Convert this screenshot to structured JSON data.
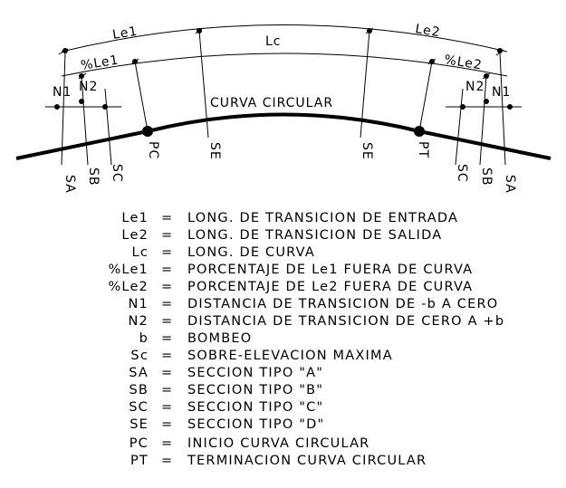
{
  "diagram": {
    "labels": {
      "le1": "Le1",
      "lc": "Lc",
      "le2": "Le2",
      "pct_le1": "%Le1",
      "pct_le2": "%Le2",
      "n1_left": "N1",
      "n2_left": "N2",
      "n2_right": "N2",
      "n1_right": "N1",
      "curva": "CURVA CIRCULAR"
    },
    "stations": [
      {
        "key": "sa_left",
        "text": "SA"
      },
      {
        "key": "sb_left",
        "text": "SB"
      },
      {
        "key": "sc_left",
        "text": "SC"
      },
      {
        "key": "pc",
        "text": "PC"
      },
      {
        "key": "se_left",
        "text": "SE"
      },
      {
        "key": "se_right",
        "text": "SE"
      },
      {
        "key": "pt",
        "text": "PT"
      },
      {
        "key": "sc_right",
        "text": "SC"
      },
      {
        "key": "sb_right",
        "text": "SB"
      },
      {
        "key": "sa_right",
        "text": "SA"
      }
    ]
  },
  "legend": [
    {
      "abbr": "Le1",
      "eq": "=",
      "desc": "LONG. DE TRANSICION DE ENTRADA"
    },
    {
      "abbr": "Le2",
      "eq": "=",
      "desc": "LONG. DE TRANSICION DE SALIDA"
    },
    {
      "abbr": "Lc",
      "eq": "=",
      "desc": "LONG. DE CURVA"
    },
    {
      "abbr": "%Le1",
      "eq": "=",
      "desc": "PORCENTAJE DE Le1 FUERA DE CURVA"
    },
    {
      "abbr": "%Le2",
      "eq": "=",
      "desc": "PORCENTAJE DE Le2 FUERA DE CURVA"
    },
    {
      "abbr": "N1",
      "eq": "=",
      "desc": "DISTANCIA DE TRANSICION DE -b A CERO"
    },
    {
      "abbr": "N2",
      "eq": "=",
      "desc": "DISTANCIA DE TRANSICION DE CERO A +b"
    },
    {
      "abbr": "b",
      "eq": "=",
      "desc": "BOMBEO"
    },
    {
      "abbr": "Sc",
      "eq": "=",
      "desc": "SOBRE-ELEVACION MAXIMA"
    },
    {
      "abbr": "SA",
      "eq": "=",
      "desc": "SECCION TIPO \"A\""
    },
    {
      "abbr": "SB",
      "eq": "=",
      "desc": "SECCION TIPO \"B\""
    },
    {
      "abbr": "SC",
      "eq": "=",
      "desc": "SECCION TIPO \"C\""
    },
    {
      "abbr": "SE",
      "eq": "=",
      "desc": "SECCION TIPO \"D\""
    },
    {
      "abbr": "PC",
      "eq": "=",
      "desc": "INICIO CURVA CIRCULAR"
    },
    {
      "abbr": "PT",
      "eq": "=",
      "desc": "TERMINACION CURVA CIRCULAR"
    }
  ]
}
